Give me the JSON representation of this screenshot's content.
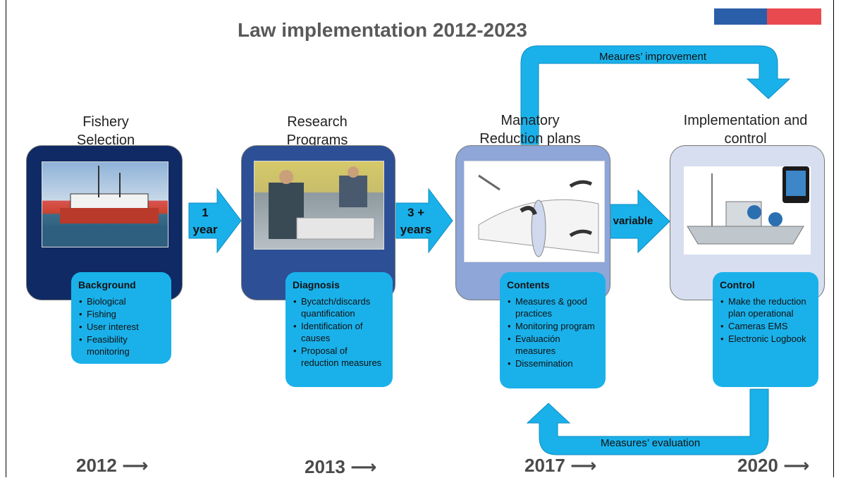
{
  "title": "Law implementation 2012-2023",
  "colors": {
    "arrow": "#1ab1ea",
    "arrow_stroke": "#0b8cc0",
    "box1": "#0f2a64",
    "box2": "#2d4f95",
    "box3": "#8ea6d8",
    "box4": "#d7deef"
  },
  "stages": [
    {
      "title_line1": "Fishery",
      "title_line2": "Selection",
      "photo_icon": "fishing-boat-photo",
      "info_header": "Background",
      "info_items": [
        "Biological",
        "Fishing",
        "User interest",
        "Feasibility monitoring"
      ]
    },
    {
      "title_line1": "Research",
      "title_line2": "Programs",
      "photo_icon": "researchers-sorting-fish-photo",
      "info_header": "Diagnosis",
      "info_items": [
        "Bycatch/discards quantification",
        "Identification of causes",
        "Proposal of reduction measures"
      ]
    },
    {
      "title_line1": "Manatory",
      "title_line2": "Reduction plans",
      "photo_icon": "sea-lion-exclusion-device-diagram",
      "info_header": "Contents",
      "info_items": [
        "Measures & good practices",
        "Monitoring program",
        "Evaluación measures",
        "Dissemination"
      ]
    },
    {
      "title_line1": "Implementation and",
      "title_line2": "control",
      "photo_icon": "vessel-cameras-ems-diagram",
      "info_header": "Control",
      "info_items": [
        "Make the reduction plan operational",
        "Cameras EMS",
        "Electronic Logbook"
      ]
    }
  ],
  "arrows": [
    {
      "line1": "1",
      "line2": "year"
    },
    {
      "line1": "3 +",
      "line2": "years"
    },
    {
      "line1": "variable",
      "line2": ""
    }
  ],
  "loops": {
    "top": "Meaures’ improvement",
    "bottom": "Measures’ evaluation"
  },
  "years": [
    "2012",
    "2013",
    "2017",
    "2020"
  ]
}
